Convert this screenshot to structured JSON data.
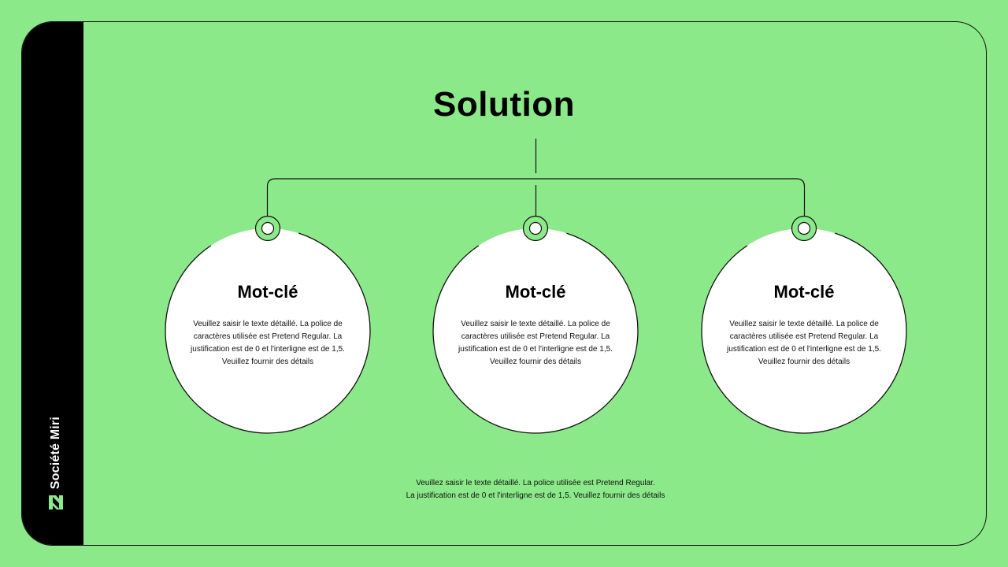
{
  "sidebar": {
    "brand_name": "Société Miri",
    "logo_icon": "striped-n-logo-icon"
  },
  "title": "Solution",
  "colors": {
    "background": "#8ce98a",
    "sidebar": "#000000",
    "circle_fill": "#ffffff",
    "stroke": "#111111"
  },
  "cards": [
    {
      "keyword": "Mot-clé",
      "description": "Veuillez saisir le texte détaillé. La police de caractères utilisée est Pretend Regular. La justification est de 0 et l'interligne est de 1,5. Veuillez fournir des détails"
    },
    {
      "keyword": "Mot-clé",
      "description": "Veuillez saisir le texte détaillé. La police de caractères utilisée est Pretend Regular. La justification est de 0 et l'interligne est de 1,5. Veuillez fournir des détails"
    },
    {
      "keyword": "Mot-clé",
      "description": "Veuillez saisir le texte détaillé. La police de caractères utilisée est Pretend Regular. La justification est de 0 et l'interligne est de 1,5. Veuillez fournir des détails"
    }
  ],
  "footer": {
    "line1": "Veuillez saisir le texte détaillé. La police utilisée est Pretend Regular.",
    "line2": "La justification est de 0 et l'interligne est de 1,5. Veuillez fournir des détails"
  }
}
